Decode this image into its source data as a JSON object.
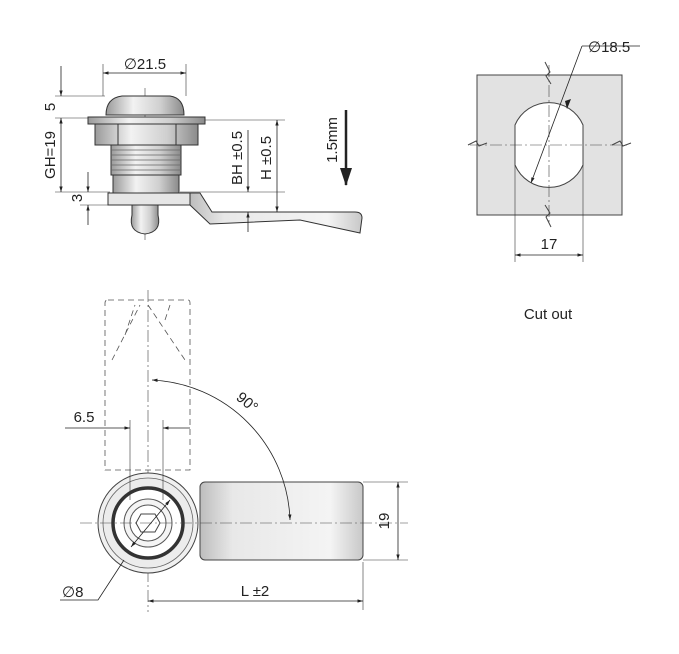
{
  "side_view": {
    "dia_head": "∅21.5",
    "dim_head_height": "5",
    "dim_gh": "GH=19",
    "dim_cam_thickness": "3",
    "dim_bh": "BH ±0.5",
    "dim_h": "H ±0.5",
    "max_panel": "1.5mm"
  },
  "cutout": {
    "dia": "∅18.5",
    "flat_width": "17",
    "caption": "Cut out"
  },
  "front_view": {
    "angle": "90°",
    "dim_offset": "6.5",
    "dim_cam_width": "19",
    "dia_key": "∅8",
    "dim_length": "L ±2"
  }
}
